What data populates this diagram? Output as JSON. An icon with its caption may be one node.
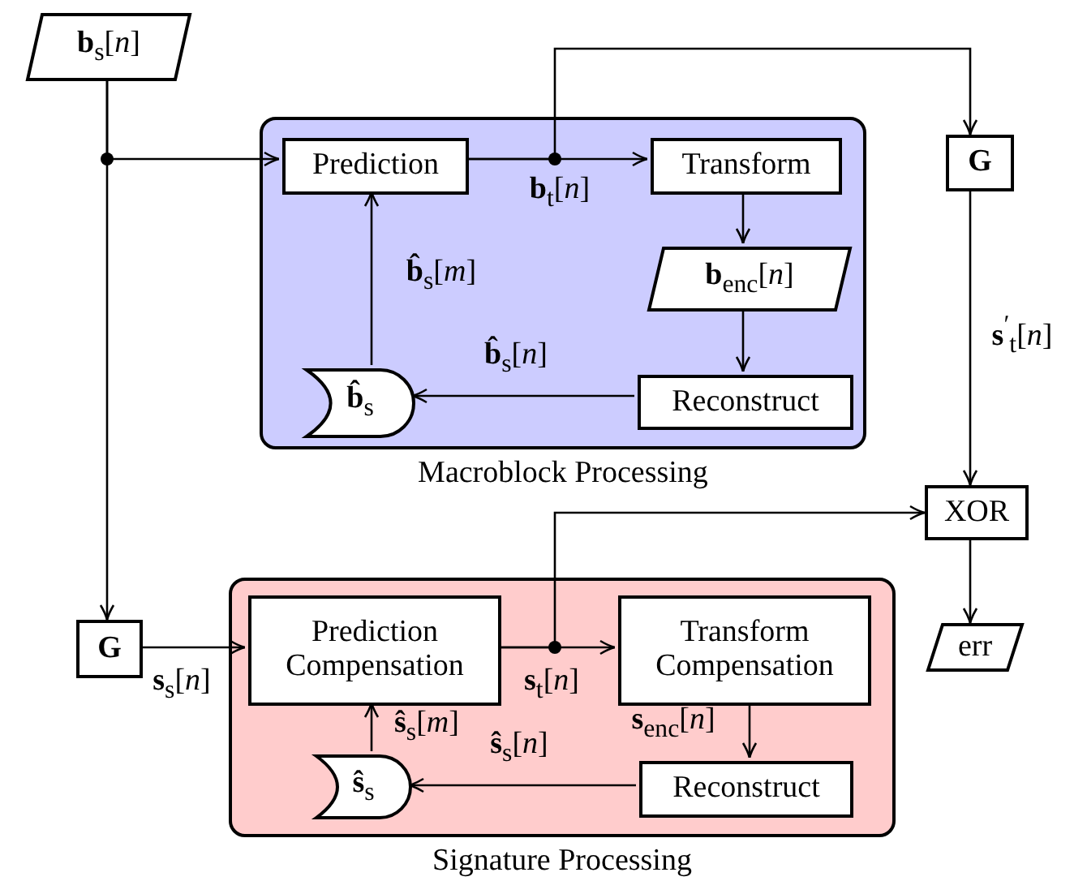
{
  "diagram": {
    "nodes": [
      {
        "text": [
          "**b**$_{s}$[*n*]"
        ]
      },
      {
        "text": [
          "Macroblock Processing"
        ]
      },
      {
        "text": [
          "Prediction"
        ],
        "in": 1
      },
      {
        "text": [
          "Transform"
        ],
        "in": 1
      },
      {
        "text": [
          "**b**$_{enc}$[*n*]"
        ],
        "in": 1
      },
      {
        "text": [
          "Reconstruct"
        ],
        "in": 1
      },
      {
        "text": [
          "**b̂**$_{s}$"
        ],
        "in": 1
      },
      {
        "text": [
          "G"
        ]
      },
      {
        "text": [
          "XOR"
        ]
      },
      {
        "text": [
          "err"
        ]
      },
      {
        "text": [
          "Signature Processing"
        ]
      },
      {
        "text": [
          "G"
        ]
      },
      {
        "text": [
          "Prediction Compensation"
        ],
        "in": 10
      },
      {
        "text": [
          "Transform Compensation"
        ],
        "in": 10
      },
      {
        "text": [
          "Reconstruct"
        ],
        "in": 10
      },
      {
        "text": [
          "**ŝ**$_{s}$"
        ],
        "in": 10
      }
    ],
    "edges": [
      {
        "from": 0,
        "to": 2,
        "arrow": "to"
      },
      {
        "from": 0,
        "to": 11,
        "arrow": "to"
      },
      {
        "from": 2,
        "to": 3,
        "arrow": "to",
        "label": "**b**$_{t}$[*n*]"
      },
      {
        "from": 2,
        "to": 7,
        "arrow": "to"
      },
      {
        "from": 3,
        "to": 4,
        "arrow": "to"
      },
      {
        "from": 4,
        "to": 5,
        "arrow": "to"
      },
      {
        "from": 5,
        "to": 6,
        "arrow": "to",
        "label": "**b̂**$_{s}$[*n*]"
      },
      {
        "from": 6,
        "to": 2,
        "arrow": "to",
        "label": "**b̂**$_{s}$[*m*]"
      },
      {
        "from": 7,
        "to": 8,
        "arrow": "to",
        "label": "**s**$^{′}$$_{t}$[*n*]"
      },
      {
        "from": 8,
        "to": 9,
        "arrow": "to"
      },
      {
        "from": 11,
        "to": 12,
        "arrow": "to",
        "label": "**s**$_{s}$[*n*]"
      },
      {
        "from": 12,
        "to": 13,
        "arrow": "to",
        "label": "**s**$_{t}$[*n*]"
      },
      {
        "from": 12,
        "to": 8,
        "arrow": "to"
      },
      {
        "from": 13,
        "to": 14,
        "arrow": "to",
        "label": "**s**$_{enc}$[*n*]"
      },
      {
        "from": 14,
        "to": 15,
        "arrow": "to",
        "label": "**ŝ**$_{s}$[*n*]"
      },
      {
        "from": 15,
        "to": 12,
        "arrow": "to",
        "label": "**ŝ**$_{s}$[*m*]"
      }
    ]
  }
}
